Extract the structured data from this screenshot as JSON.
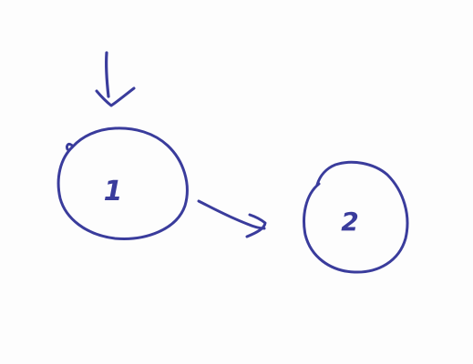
{
  "diagram": {
    "type": "state-diagram",
    "ink_color": "#3a3c9c",
    "paper_color": "#fdfdfd",
    "states": [
      {
        "id": "1",
        "label": "1",
        "initial": true
      },
      {
        "id": "2",
        "label": "2",
        "initial": false
      }
    ],
    "transitions": [
      {
        "from": "1",
        "to": "2",
        "label": ""
      }
    ]
  }
}
